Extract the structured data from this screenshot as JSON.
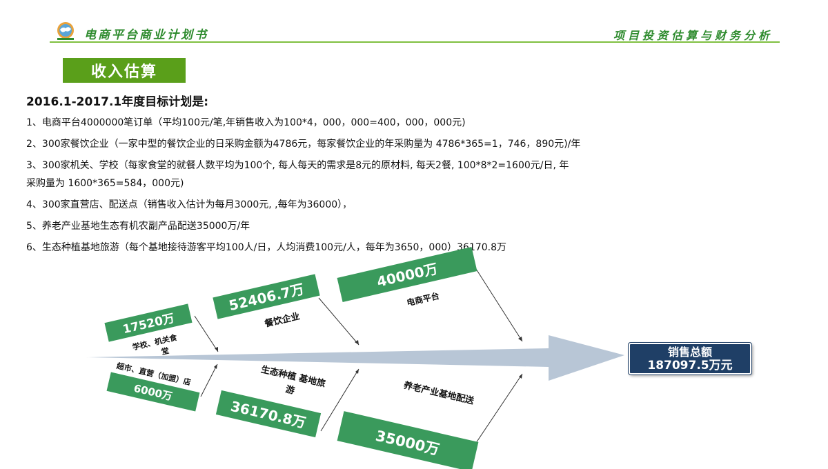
{
  "header": {
    "brand": "电商平台商业计划书",
    "section": "项目投资估算与财务分析",
    "logo_icon": "globe-logo-icon"
  },
  "title": "收入估算",
  "plan": {
    "title": "2016.1-2017.1年度目标计划是:",
    "lines": [
      "1、电商平台4000000笔订单（平均100元/笔,年销售收入为100*4，000，000=400，000，000元)",
      "2、300家餐饮企业（一家中型的餐饮企业的日采购金额为4786元，每家餐饮企业的年采购量为 4786*365=1，746，890元)/年",
      "3、300家机关、学校（每家食堂的就餐人数平均为100个, 每人每天的需求是8元的原材料, 每天2餐, 100*8*2=1600元/日, 年",
      "采购量为  1600*365=584，000元)",
      "4、300家直营店、配送点（销售收入估计为每月3000元, ,每年为36000），",
      "5、养老产业基地生态有机农副产品配送35000万/年",
      "6、生态种植基地旅游（每个基地接待游客平均100人/日，人均消费100元/人，每年为3650，000）36170.8万"
    ]
  },
  "diagram": {
    "top": [
      {
        "value": "17520万",
        "label1": "学校、机关食",
        "label2": "堂"
      },
      {
        "value": "52406.7万",
        "label1": "餐饮企业",
        "label2": ""
      },
      {
        "value": "40000万",
        "label1": "电商平台",
        "label2": ""
      }
    ],
    "bottom": [
      {
        "value": "6000万",
        "label1": "超市、直营（加盟）店",
        "label2": ""
      },
      {
        "value": "36170.8万",
        "label1": "生态种植 基地旅",
        "label2": "游"
      },
      {
        "value": "35000万",
        "label1": "养老产业基地配送",
        "label2": ""
      }
    ],
    "total_label": "销售总额",
    "total_value": "187097.5万元",
    "colors": {
      "box": "#3a9a5c",
      "arrow": "#b8c6d6",
      "total": "#1f3f66"
    }
  }
}
